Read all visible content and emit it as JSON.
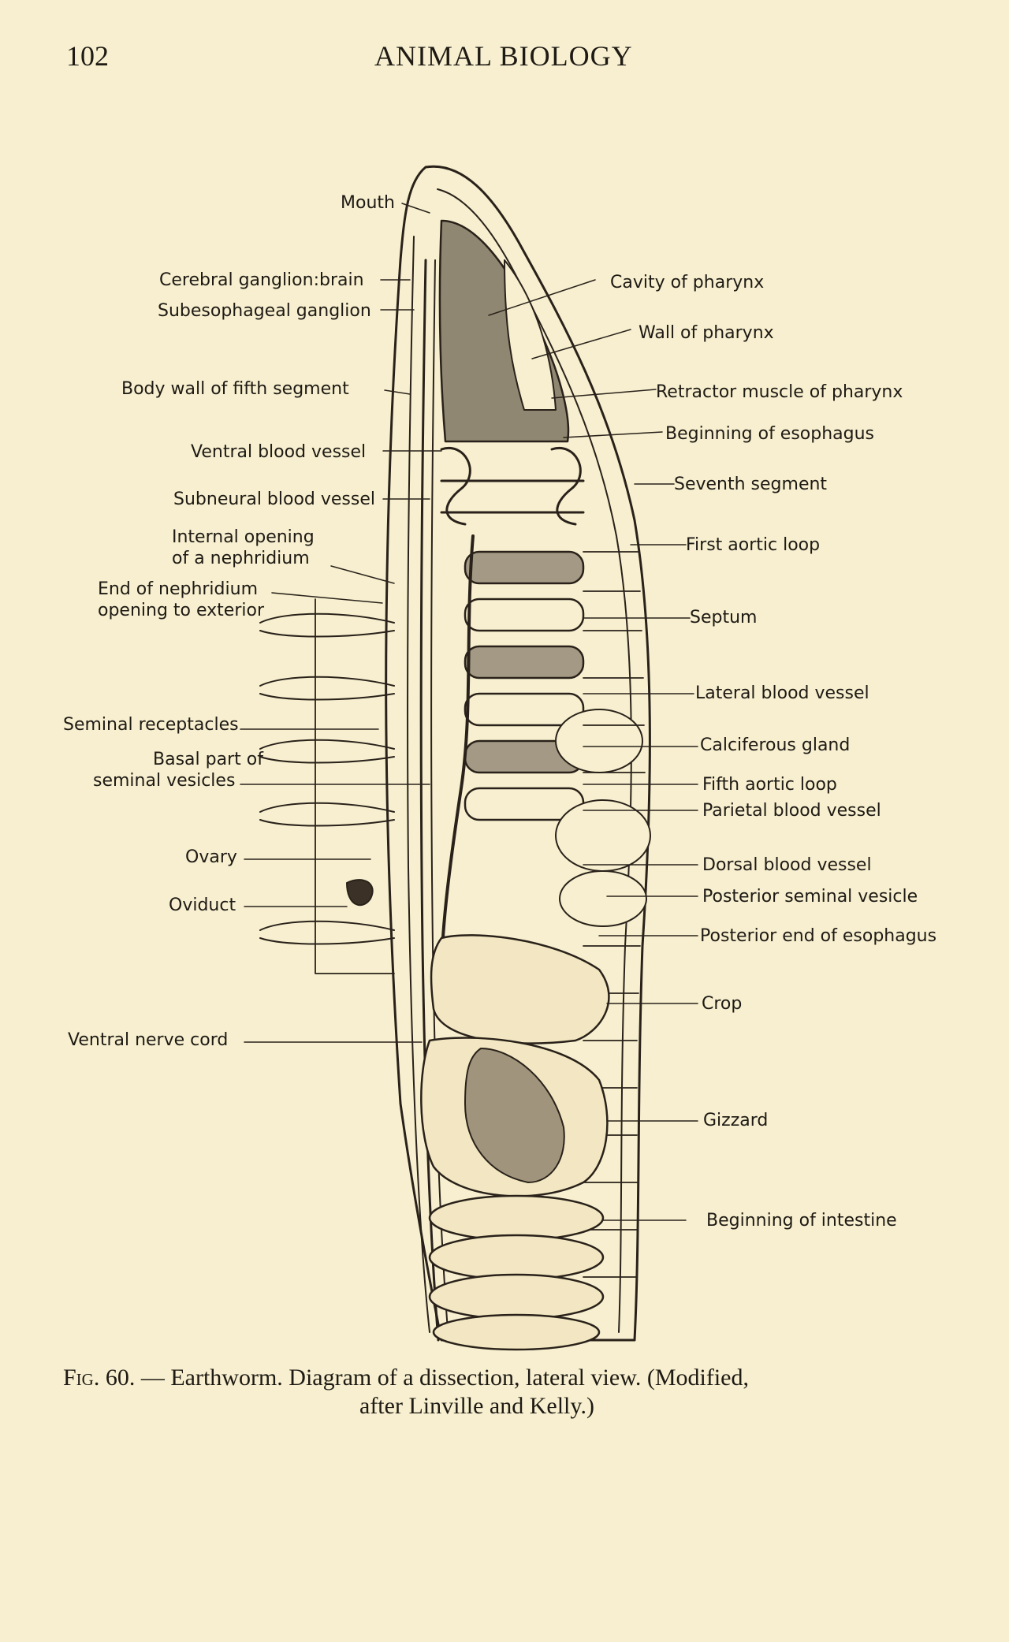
{
  "header": {
    "page_number": "102",
    "running_head": "ANIMAL BIOLOGY"
  },
  "figure": {
    "labels_left": {
      "mouth": "Mouth",
      "cerebral_ganglion": "Cerebral ganglion:brain",
      "subesophageal_ganglion": "Subesophageal ganglion",
      "body_wall_fifth_segment": "Body wall of fifth segment",
      "ventral_blood_vessel": "Ventral blood vessel",
      "subneural_blood_vessel": "Subneural blood vessel",
      "internal_opening_1": "Internal opening",
      "internal_opening_2": "of a nephridium",
      "end_nephridium_1": "End of nephridium",
      "end_nephridium_2": "opening to exterior",
      "seminal_receptacles": "Seminal receptacles",
      "basal_seminal_1": "Basal part of",
      "basal_seminal_2": "seminal vesicles",
      "ovary": "Ovary",
      "oviduct": "Oviduct",
      "ventral_nerve_cord": "Ventral nerve cord"
    },
    "labels_right": {
      "cavity_pharynx": "Cavity of pharynx",
      "wall_pharynx": "Wall of pharynx",
      "retractor_muscle": "Retractor muscle of pharynx",
      "beginning_esophagus": "Beginning of esophagus",
      "seventh_segment": "Seventh segment",
      "first_aortic_loop": "First aortic loop",
      "septum": "Septum",
      "lateral_blood_vessel": "Lateral blood vessel",
      "calciferous_gland": "Calciferous gland",
      "fifth_aortic_loop": "Fifth aortic loop",
      "parietal_blood_vessel": "Parietal blood vessel",
      "dorsal_blood_vessel": "Dorsal blood vessel",
      "posterior_seminal_vesicle": "Posterior seminal vesicle",
      "posterior_end_esophagus": "Posterior end of esophagus",
      "crop": "Crop",
      "gizzard": "Gizzard",
      "beginning_intestine": "Beginning of intestine"
    }
  },
  "caption": {
    "fig_number": "Fig. 60.",
    "line1": " — Earthworm.  Diagram of a dissection, lateral view.  (Modified,",
    "line2": "after Linville and Kelly.)"
  }
}
